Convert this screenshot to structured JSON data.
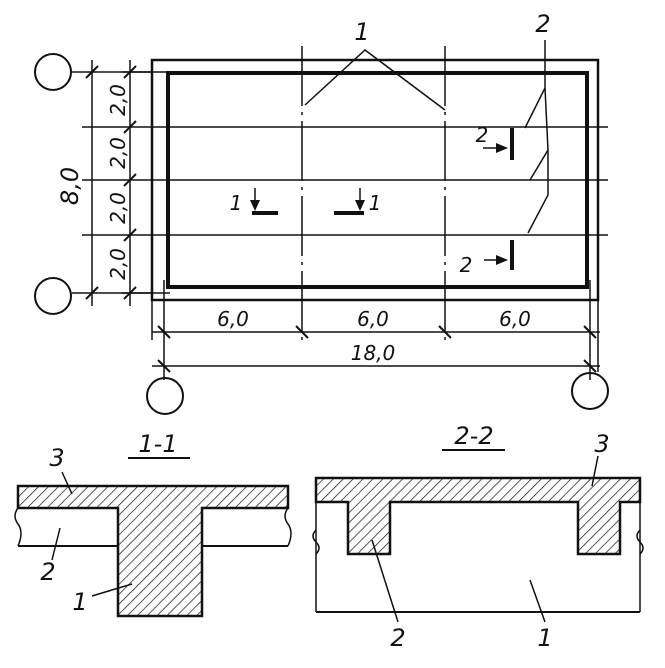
{
  "plan": {
    "dims_left": [
      "2,0",
      "2,0",
      "2,0",
      "2,0"
    ],
    "dim_total_v": "8,0",
    "dims_bottom": [
      "6,0",
      "6,0",
      "6,0"
    ],
    "dim_total_h": "18,0",
    "label_main_beam": "1",
    "label_secondary_beam": "2",
    "cut_1": "1",
    "cut_2": "2"
  },
  "sections": {
    "s1": {
      "title": "1-1",
      "labels": [
        "3",
        "2",
        "1"
      ]
    },
    "s2": {
      "title": "2-2",
      "labels": [
        "3",
        "2",
        "1"
      ]
    }
  }
}
